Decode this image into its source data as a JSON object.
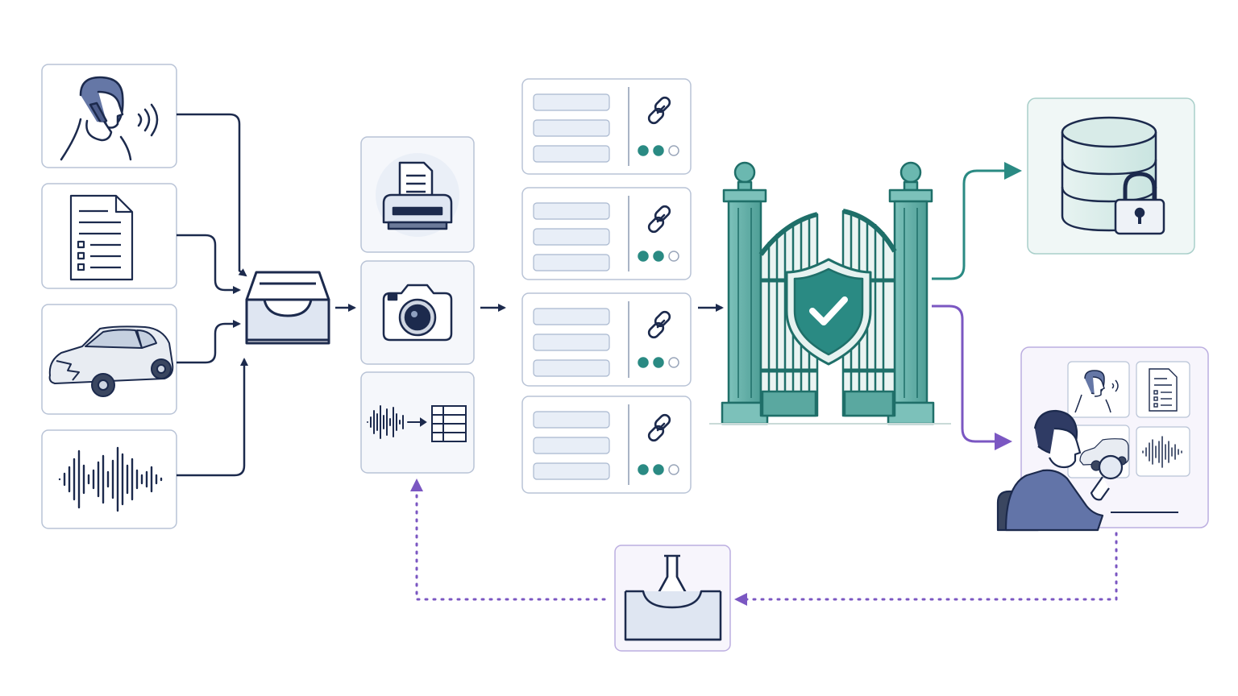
{
  "diagram": {
    "colors": {
      "navy": "#1c2a4d",
      "teal": "#2a8a83",
      "teal_light": "#6bb8b0",
      "purple": "#7b57c2",
      "card_border": "#b8c3d6",
      "card_fill": "#f5f7fb",
      "field_fill": "#e8eef7",
      "field_border": "#a9b8cf"
    },
    "sources": [
      {
        "id": "phone-call",
        "icon": "person-on-phone-icon"
      },
      {
        "id": "form",
        "icon": "checklist-document-icon"
      },
      {
        "id": "damaged-car",
        "icon": "damaged-car-icon"
      },
      {
        "id": "audio",
        "icon": "audio-waveform-icon"
      }
    ],
    "intake": {
      "icon": "inbox-tray-icon"
    },
    "processors": [
      {
        "id": "scanner",
        "icon": "document-scanner-icon"
      },
      {
        "id": "camera",
        "icon": "camera-icon"
      },
      {
        "id": "transcription",
        "icon": "waveform-to-table-icon"
      }
    ],
    "records": [
      {
        "confidence_dots": [
          true,
          true,
          false
        ],
        "icon": "link-icon"
      },
      {
        "confidence_dots": [
          true,
          true,
          false
        ],
        "icon": "link-icon"
      },
      {
        "confidence_dots": [
          true,
          true,
          false
        ],
        "icon": "link-icon"
      },
      {
        "confidence_dots": [
          true,
          true,
          false
        ],
        "icon": "link-icon"
      }
    ],
    "gate": {
      "icon": "shield-check-gate-icon"
    },
    "outputs": [
      {
        "id": "secure-storage",
        "icon": "locked-database-icon",
        "route": "teal"
      },
      {
        "id": "human-review",
        "icon": "reviewer-magnifier-icon",
        "route": "purple"
      }
    ],
    "feedback": {
      "icon": "lab-flask-tray-icon",
      "route": "purple-dotted"
    }
  }
}
